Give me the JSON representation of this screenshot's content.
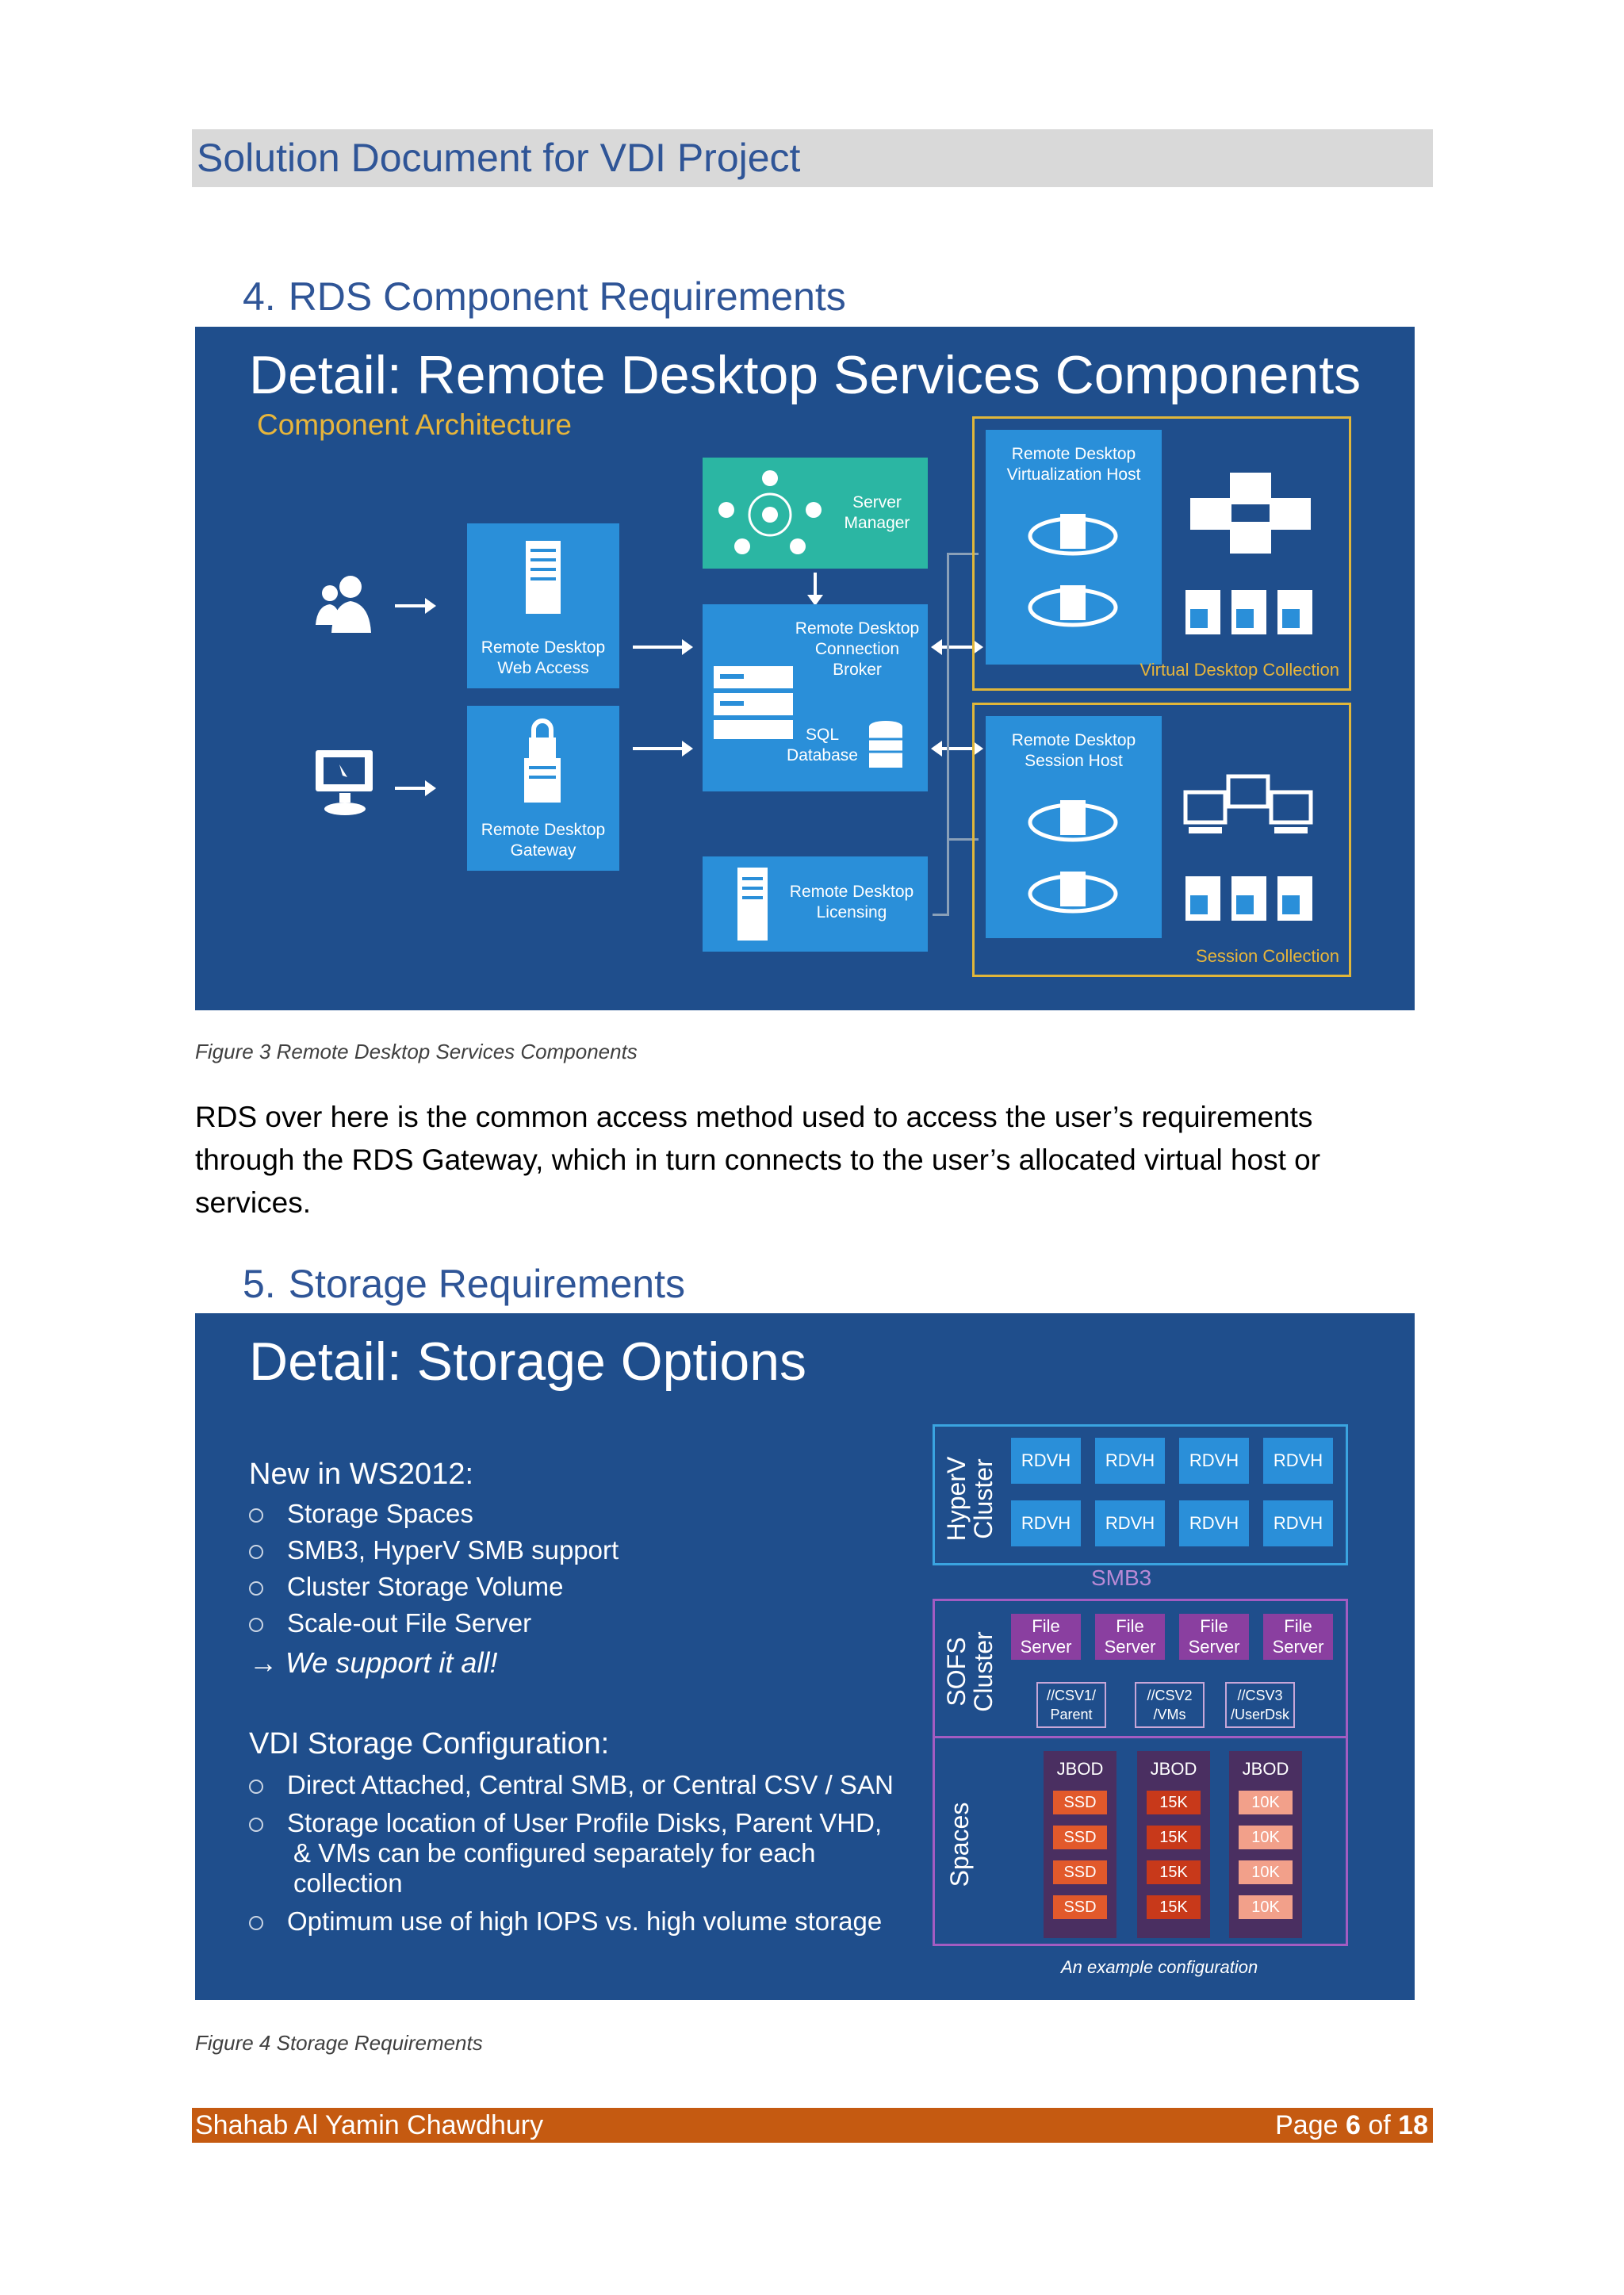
{
  "header": {
    "title": "Solution Document for VDI Project"
  },
  "section4": {
    "number": "4.",
    "title": "RDS Component Requirements",
    "slide": {
      "title": "Detail: Remote Desktop Services Components",
      "subtitle": "Component Architecture",
      "tiles": {
        "server_manager": [
          "Server",
          "Manager"
        ],
        "web_access": [
          "Remote Desktop",
          "Web Access"
        ],
        "gateway": [
          "Remote Desktop",
          "Gateway"
        ],
        "connection_broker": [
          "Remote Desktop",
          "Connection",
          "Broker"
        ],
        "sql_database": [
          "SQL",
          "Database"
        ],
        "licensing": [
          "Remote Desktop",
          "Licensing"
        ],
        "virtualization_host": [
          "Remote Desktop",
          "Virtualization Host"
        ],
        "session_host": [
          "Remote Desktop",
          "Session Host"
        ]
      },
      "collections": {
        "virtual_desktop": "Virtual Desktop Collection",
        "session": "Session Collection"
      },
      "colors": {
        "background": "#1f4e8c",
        "tile": "#2a8fd9",
        "server_manager": "#2bb6a3",
        "collection_border": "#e0b63a"
      }
    },
    "caption": "Figure 3 Remote Desktop Services Components",
    "body_lines": [
      "RDS over here is the common access method used to access the user’s requirements",
      "through the RDS Gateway, which in turn connects to the user’s allocated virtual host or",
      "services."
    ]
  },
  "section5": {
    "number": "5.",
    "title": "Storage Requirements",
    "slide": {
      "title": "Detail: Storage Options",
      "new_heading": "New in WS2012:",
      "new_items": [
        "Storage Spaces",
        "SMB3, HyperV SMB support",
        "Cluster Storage Volume",
        "Scale-out File Server"
      ],
      "support_line": "→ We support it all!",
      "vdi_heading": "VDI Storage Configuration:",
      "vdi_items": [
        [
          "Direct Attached, Central SMB, or Central CSV / SAN"
        ],
        [
          "Storage location of User Profile Disks, Parent VHD,",
          "& VMs can be configured separately for each",
          "collection"
        ],
        [
          "Optimum use of high IOPS vs. high volume storage"
        ]
      ],
      "diagram": {
        "hyperv_label": [
          "HyperV",
          "Cluster"
        ],
        "rdvh_label": "RDVH",
        "smb_label": "SMB3",
        "sofs_label": [
          "SOFS",
          "Cluster"
        ],
        "file_server_label": [
          "File",
          "Server"
        ],
        "csv_labels": [
          [
            "//CSV1/",
            "Parent"
          ],
          [
            "//CSV2",
            "/VMs"
          ],
          [
            "//CSV3",
            "/UserDsk"
          ]
        ],
        "spaces_label": "Spaces",
        "jbod_label": "JBOD",
        "disk_columns": [
          {
            "label": "SSD",
            "color": "#e2592b"
          },
          {
            "label": "15K",
            "color": "#c8391a"
          },
          {
            "label": "10K",
            "color": "#f2a08a"
          }
        ],
        "note": "An example configuration"
      }
    },
    "caption": "Figure 4 Storage Requirements"
  },
  "footer": {
    "author": "Shahab Al Yamin Chawdhury",
    "page_word": "Page",
    "page_current": "6",
    "page_of": "of",
    "page_total": "18"
  }
}
